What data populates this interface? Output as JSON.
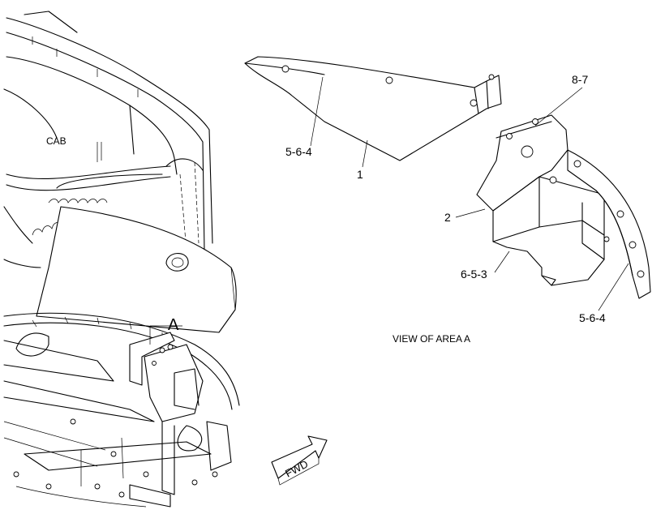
{
  "labels": {
    "cab": "CAB",
    "area_marker": "A",
    "view_caption": "VIEW OF AREA A",
    "fwd": "FWD",
    "callouts": {
      "guard_top_part": "5-6-4",
      "guard_top_item": "1",
      "bracket_bolt": "8-7",
      "bracket_item": "2",
      "box_part": "6-5-3",
      "guard_right_part": "5-6-4"
    }
  },
  "colors": {
    "line": "#000000",
    "background": "#ffffff"
  }
}
